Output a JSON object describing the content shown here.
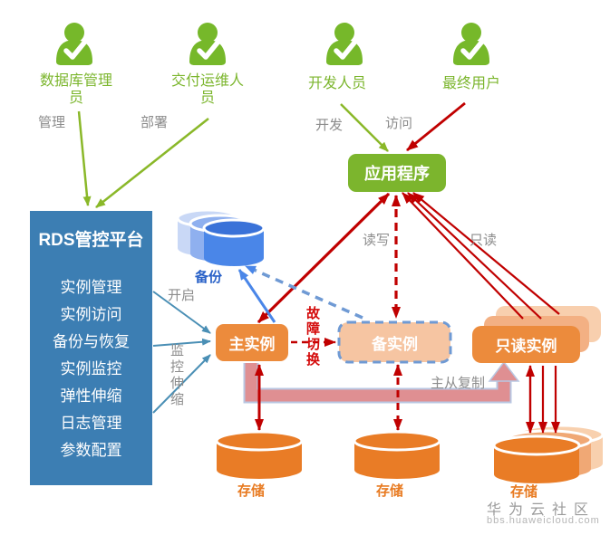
{
  "actors": {
    "dba": {
      "label": "数据库管理\n员",
      "edge": "管理"
    },
    "ops": {
      "label": "交付运维人\n员",
      "edge": "部署"
    },
    "dev": {
      "label": "开发人员",
      "edge": "开发"
    },
    "user": {
      "label": "最终用户",
      "edge": "访问"
    }
  },
  "platform": {
    "title": "RDS管控平台",
    "items": [
      "实例管理",
      "实例访问",
      "备份与恢复",
      "实例监控",
      "弹性伸缩",
      "日志管理",
      "参数配置"
    ]
  },
  "nodes": {
    "application": "应用程序",
    "primary": "主实例",
    "standby": "备实例",
    "replica": "只读实例",
    "backup": "备份",
    "storage": "存储"
  },
  "edges": {
    "enable": "开启",
    "monitor_scale": "监控伸缩",
    "failover": "故障切换",
    "read_write": "读写",
    "read_only": "只读",
    "replication": "主从复制"
  },
  "watermark": {
    "name": "华为云社区",
    "site": "bbs.huaweicloud.com"
  },
  "colors": {
    "actor_green": "#7ab62d",
    "app_green": "#7cb52d",
    "platform_blue": "#3c7eb3",
    "instance_orange": "#ec8b3c",
    "standby_peach": "#f6c5a2",
    "backup_blue": "#4a86e8",
    "arrow_red": "#c00000",
    "arrow_teal": "#4a8fb5",
    "replication_pink": "#df8f92",
    "label_gray": "#8c8c8c"
  }
}
